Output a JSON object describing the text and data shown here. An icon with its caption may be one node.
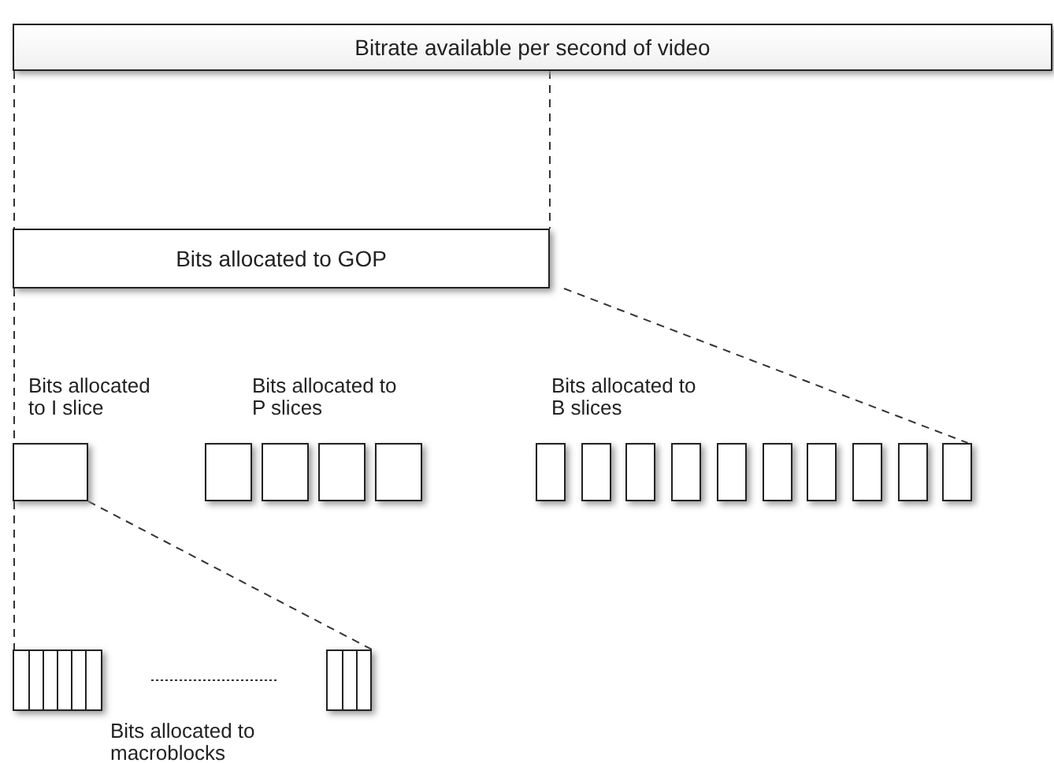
{
  "diagram": {
    "nodes": [
      {
        "text": [
          "Bitrate available per second of video"
        ]
      },
      {
        "text": [
          "Bits allocated to GOP"
        ]
      },
      {
        "text": [],
        "shape": "box"
      },
      {
        "text": [],
        "shape": "box"
      },
      {
        "text": [],
        "shape": "box"
      },
      {
        "text": [],
        "shape": "box"
      },
      {
        "text": [],
        "shape": "box"
      },
      {
        "text": [],
        "shape": "box"
      },
      {
        "text": [],
        "shape": "box"
      },
      {
        "text": [],
        "shape": "box"
      },
      {
        "text": [],
        "shape": "box"
      },
      {
        "text": [],
        "shape": "box"
      },
      {
        "text": [],
        "shape": "box"
      },
      {
        "text": [],
        "shape": "box"
      },
      {
        "text": [],
        "shape": "box"
      },
      {
        "text": [],
        "shape": "box"
      },
      {
        "text": [],
        "shape": "box"
      },
      {
        "text": [],
        "shape": "box"
      },
      {
        "text": [],
        "shape": "box"
      }
    ],
    "edges": [
      {
        "from": 0,
        "to": 1,
        "arrow": "none",
        "style": "dashed"
      },
      {
        "from": 0,
        "to": 1,
        "arrow": "none",
        "style": "dashed"
      },
      {
        "from": 1,
        "to": 2,
        "arrow": "none",
        "style": "dashed"
      },
      {
        "from": 1,
        "to": 16,
        "arrow": "none",
        "style": "dashed"
      },
      {
        "from": 2,
        "to": 17,
        "arrow": "none",
        "style": "dashed"
      },
      {
        "from": 2,
        "to": 18,
        "arrow": "none",
        "style": "dashed"
      },
      {
        "from": 17,
        "to": 18,
        "arrow": "none",
        "style": "dashed"
      }
    ],
    "labels": [
      "Bits allocated to I slice",
      "Bits allocated to P slices",
      "Bits allocated to B slices",
      "Bits allocated to macroblocks"
    ]
  }
}
